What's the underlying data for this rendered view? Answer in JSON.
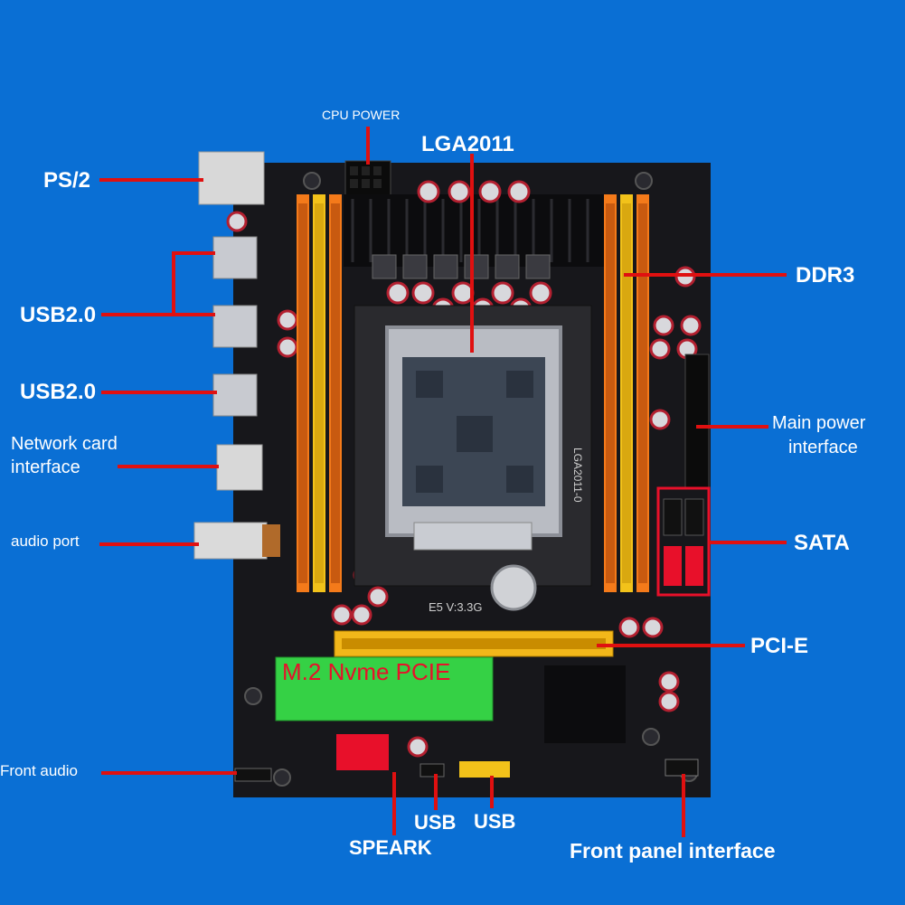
{
  "colors": {
    "background": "#0a6fd4",
    "leader_line": "#e01010",
    "label_text": "#ffffff",
    "board": "#17171b",
    "ram_slot_orange": "#f47a1a",
    "ram_slot_yellow": "#f2c21a",
    "m2_highlight": "#35d145",
    "sata_red": "#e8102a"
  },
  "labels": {
    "cpu_power": "CPU POWER",
    "lga2011": "LGA2011",
    "ps2": "PS/2",
    "usb20_top": "USB2.0",
    "usb20_bottom": "USB2.0",
    "network_line1": "Network card",
    "network_line2": "interface",
    "audio_port": "audio port",
    "ddr3": "DDR3",
    "main_power_line1": "Main power",
    "main_power_line2": "interface",
    "sata": "SATA",
    "pcie": "PCI-E",
    "front_audio": "Front audio",
    "speark": "SPEARK",
    "usb_left": "USB",
    "usb_right": "USB",
    "front_panel": "Front panel interface"
  },
  "board_markings": {
    "m2_text": "M.2 Nvme PCIE",
    "socket_text": "LGA2011-0",
    "chip_text": "E5 V:3.3G"
  },
  "icons": [
    "motherboard-illustration",
    "cpu-socket",
    "heatsink",
    "ram-slot",
    "pcie-slot",
    "sata-port",
    "usb-port",
    "ethernet-port",
    "ps2-port",
    "audio-jack",
    "cmos-battery"
  ]
}
